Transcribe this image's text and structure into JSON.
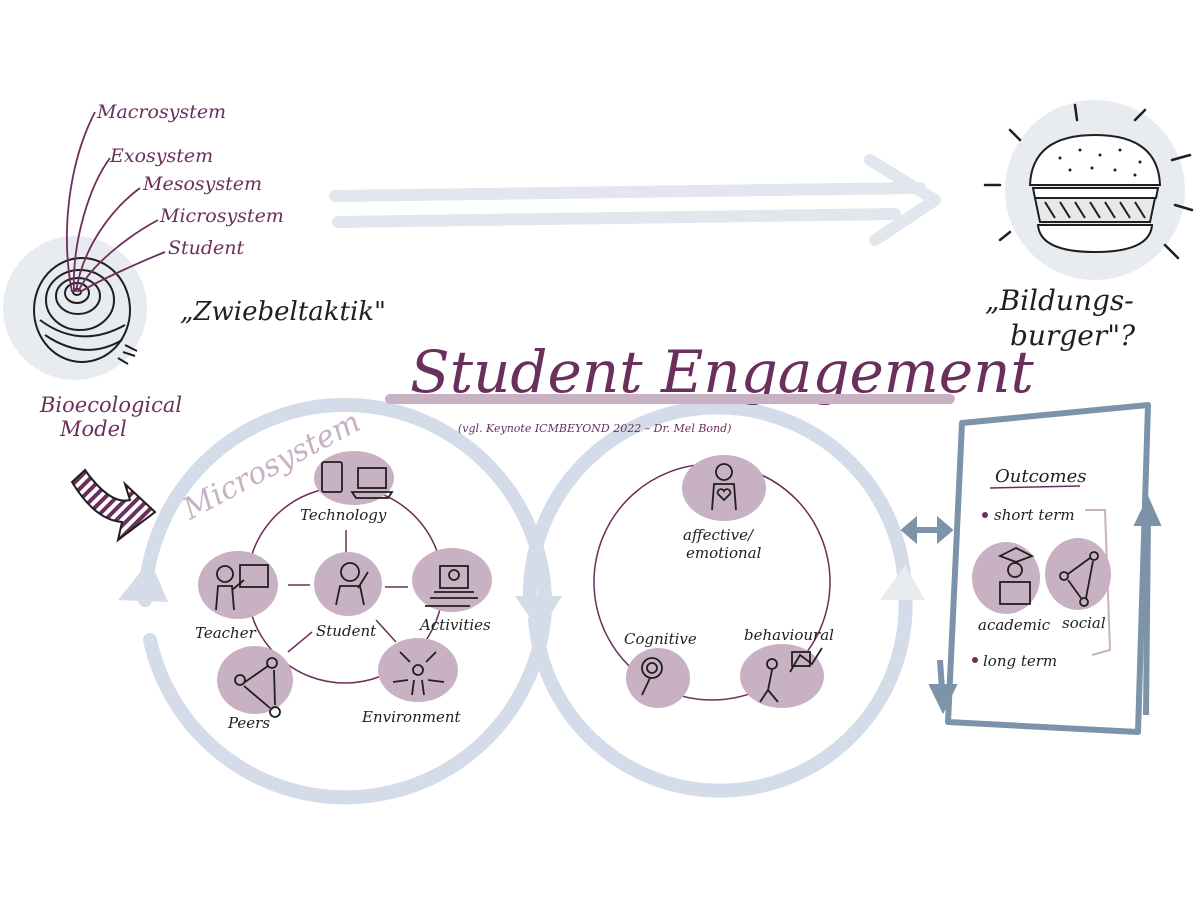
{
  "colors": {
    "plum": "#6b2f5c",
    "blob": "#c9b1c4",
    "pale_blue": "#d3dce8",
    "frame_blue": "#7d93a9",
    "grey_circle": "#e8ebf0",
    "ink": "#1f1f1f"
  },
  "onion": {
    "layers": [
      "Macrosystem",
      "Exosystem",
      "Mesosystem",
      "Microsystem",
      "Student"
    ],
    "nickname": "„Zwiebeltaktik\"",
    "model_label": [
      "Bioecological",
      "Model"
    ]
  },
  "burger": {
    "label_line1": "„Bildungs-",
    "label_line2": "burger\"?"
  },
  "title": "Student Engagement",
  "source": "(vgl. Keynote ICMBEYOND 2022 – Dr. Mel Bond)",
  "microsystem": {
    "heading": "Microsystem",
    "center": "Student",
    "nodes": [
      "Technology",
      "Activities",
      "Environment",
      "Peers",
      "Teacher"
    ],
    "icons": [
      "tablet-laptop-icon",
      "student-icon",
      "teacher-board-icon",
      "activities-computer-icon",
      "peers-network-icon",
      "environment-arrows-icon"
    ]
  },
  "engagement": {
    "dimensions": [
      "affective/",
      "emotional",
      "Cognitive",
      "behavioural"
    ]
  },
  "outcomes": {
    "heading": "Outcomes",
    "short_term": "short term",
    "long_term": "long term",
    "types": [
      "academic",
      "social"
    ]
  }
}
